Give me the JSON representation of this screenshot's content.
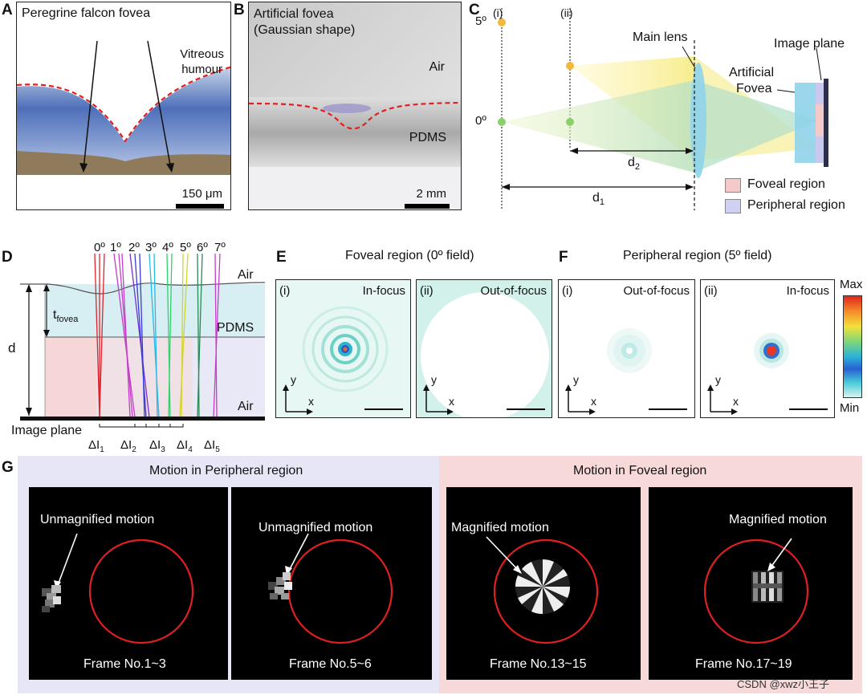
{
  "panelA": {
    "letter": "A",
    "title": "Peregrine falcon fovea",
    "vitreous": "Vitreous\nhumour",
    "scale": "150 μm"
  },
  "panelB": {
    "letter": "B",
    "title_line1": "Artificial fovea",
    "title_line2": "(Gaussian shape)",
    "air": "Air",
    "pdms": "PDMS",
    "scale": "2 mm"
  },
  "panelC": {
    "letter": "C",
    "i": "(i)",
    "ii": "(ii)",
    "deg5": "5º",
    "deg0": "0º",
    "main_lens": "Main lens",
    "image_plane": "Image plane",
    "artificial_fovea_1": "Artificial",
    "artificial_fovea_2": "Fovea",
    "d2": "d",
    "d2_sub": "2",
    "d1": "d",
    "d1_sub": "1",
    "legend_foveal": "Foveal region",
    "legend_peripheral": "Peripheral region",
    "colors": {
      "foveal": "#f6c9c9",
      "peripheral": "#cfd0f3"
    }
  },
  "panelD": {
    "letter": "D",
    "angles": [
      "0º",
      "1º",
      "2º",
      "3º",
      "4º",
      "5º",
      "6º",
      "7º"
    ],
    "air_top": "Air",
    "pdms": "PDMS",
    "air_bottom": "Air",
    "t_fovea": "t",
    "t_sub": "fovea",
    "d": "d",
    "image_plane": "Image plane",
    "deltas": [
      "ΔI",
      "ΔI",
      "ΔI",
      "ΔI",
      "ΔI"
    ],
    "delta_subs": [
      "1",
      "2",
      "3",
      "4",
      "5"
    ],
    "ray_colors": [
      "#e0222a",
      "#c43ec9",
      "#7a2fd0",
      "#3a3ad8",
      "#27b9e6",
      "#2bd46a",
      "#d4d42a",
      "#2a8a55"
    ]
  },
  "panelE": {
    "letter": "E",
    "title": "Foveal region (0º field)",
    "sub_i": "(i)",
    "sub_i_label": "In-focus",
    "sub_ii": "(ii)",
    "sub_ii_label": "Out-of-focus"
  },
  "panelF": {
    "letter": "F",
    "title": "Peripheral region (5º field)",
    "sub_i": "(i)",
    "sub_i_label": "Out-of-focus",
    "sub_ii": "(ii)",
    "sub_ii_label": "In-focus",
    "colorbar_max": "Max",
    "colorbar_min": "Min"
  },
  "axes": {
    "y": "y",
    "x": "x"
  },
  "panelG": {
    "letter": "G",
    "peripheral_title": "Motion in Peripheral region",
    "foveal_title": "Motion in Foveal region",
    "frames": [
      {
        "label": "Unmagnified motion",
        "caption": "Frame No.1~3"
      },
      {
        "label": "Unmagnified motion",
        "caption": "Frame No.5~6"
      },
      {
        "label": "Magnified motion",
        "caption": "Frame No.13~15"
      },
      {
        "label": "Magnified motion",
        "caption": "Frame No.17~19"
      }
    ]
  },
  "watermark": "CSDN @xwz小王子"
}
